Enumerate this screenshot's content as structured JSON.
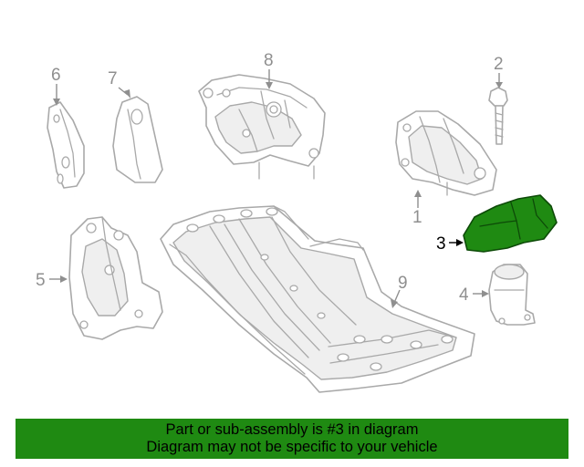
{
  "diagram": {
    "callouts": [
      {
        "id": "1",
        "label": "1"
      },
      {
        "id": "2",
        "label": "2"
      },
      {
        "id": "3",
        "label": "3"
      },
      {
        "id": "4",
        "label": "4"
      },
      {
        "id": "5",
        "label": "5"
      },
      {
        "id": "6",
        "label": "6"
      },
      {
        "id": "7",
        "label": "7"
      },
      {
        "id": "8",
        "label": "8"
      },
      {
        "id": "9",
        "label": "9"
      }
    ],
    "highlighted_part": "3",
    "highlight_color": "#1f8a12"
  },
  "banner": {
    "line1": "Part or sub-assembly is #3 in diagram",
    "line2": "Diagram may not be specific to your vehicle",
    "background": "#1f8a12"
  }
}
